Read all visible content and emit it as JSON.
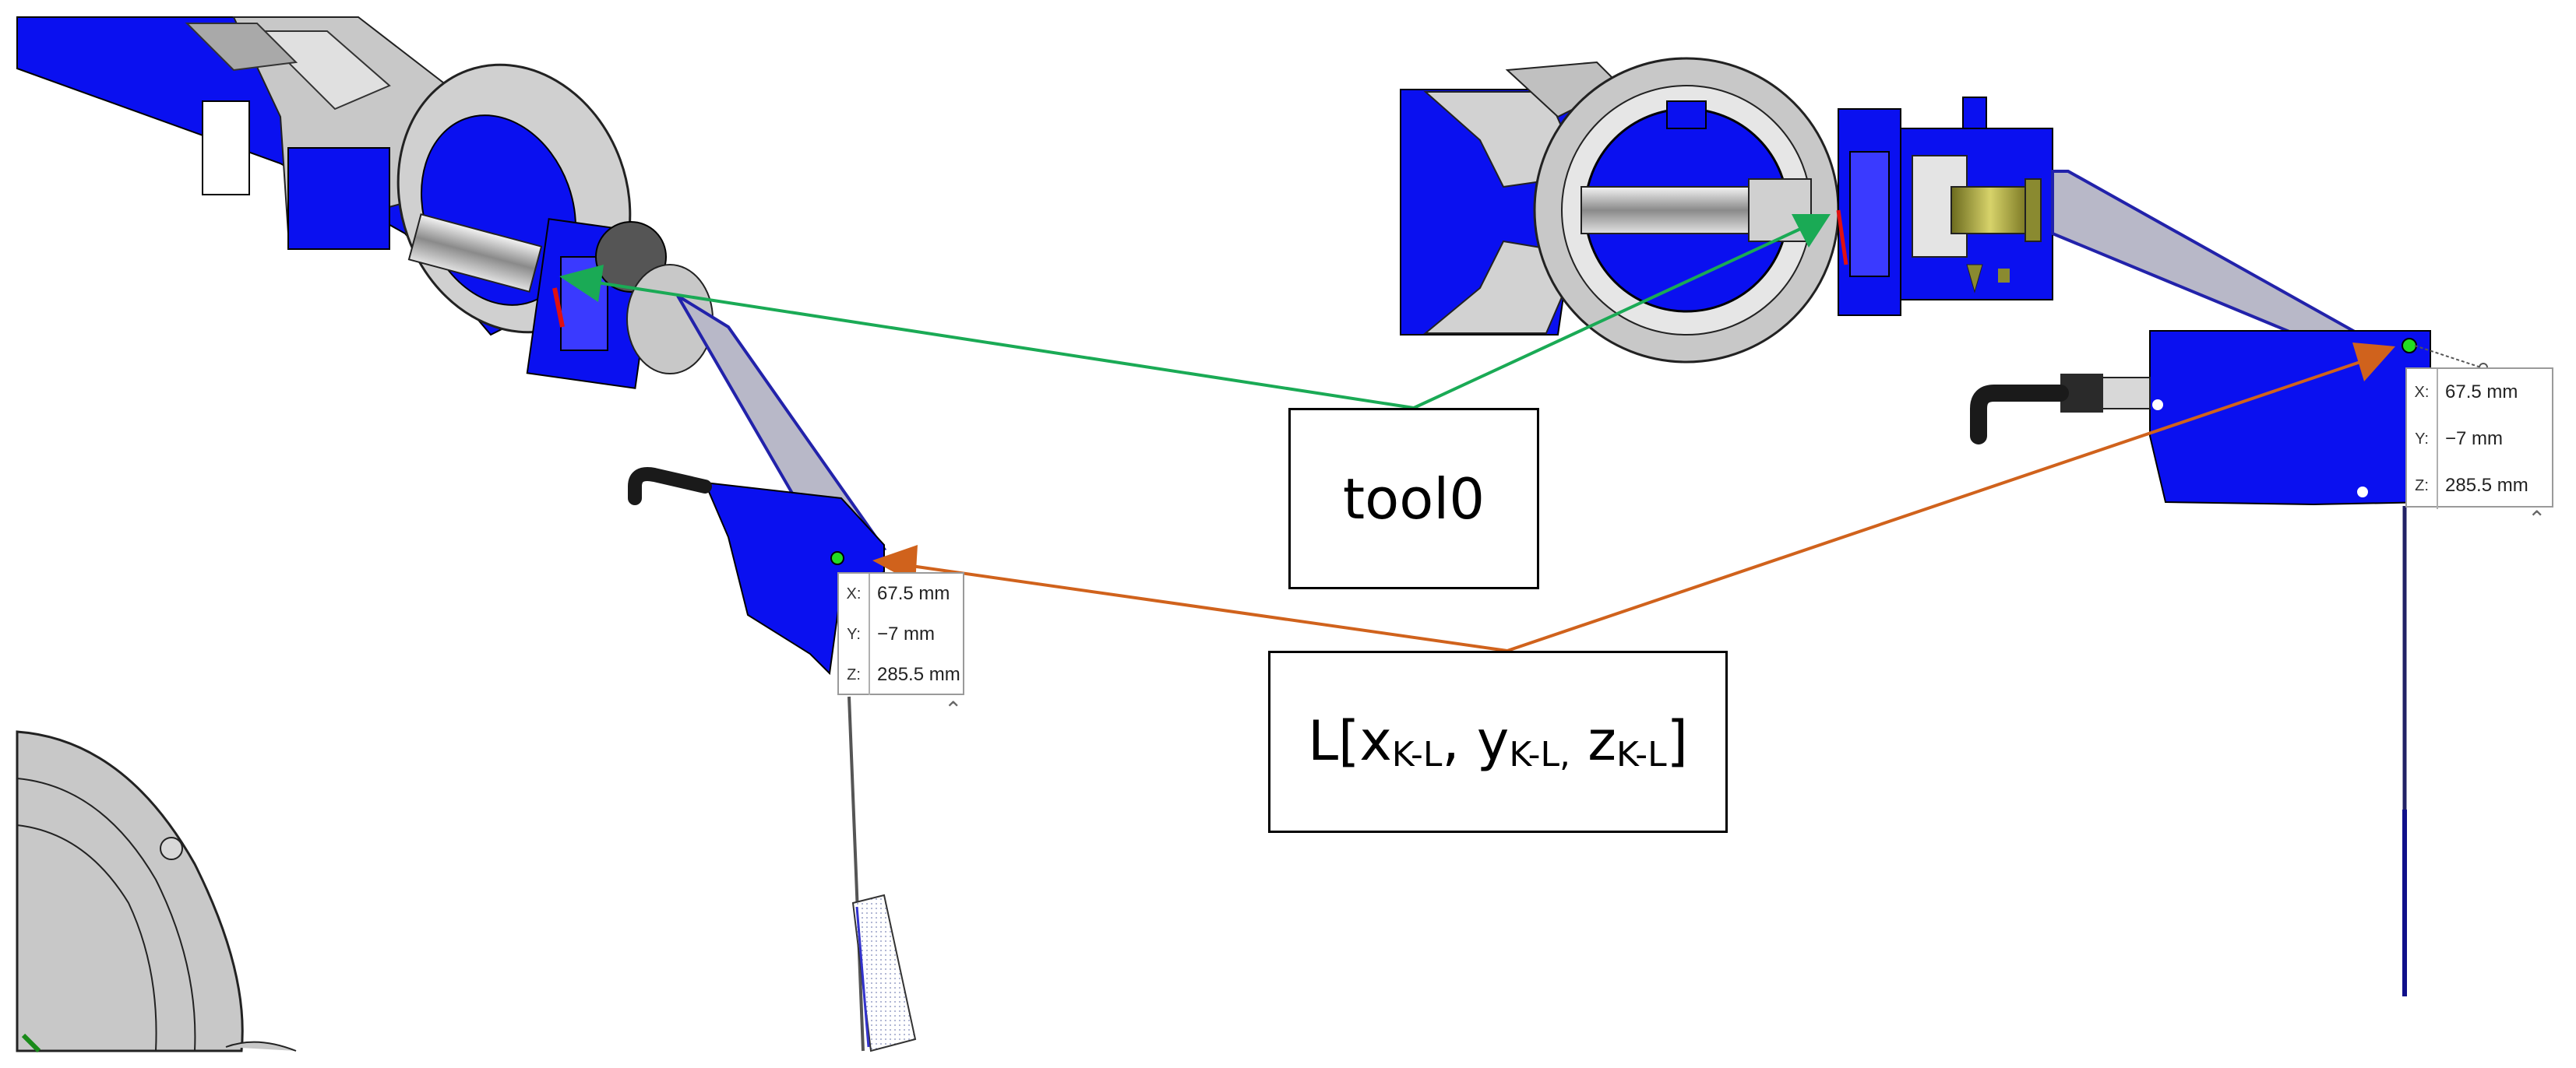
{
  "labels": {
    "tool0": "tool0",
    "L": {
      "prefix": "L[x",
      "x_sub": "K-L",
      "sep_y": ", y",
      "y_sub": "K-L,",
      "sep_z": " z",
      "z_sub": "K-L",
      "suffix": "]"
    }
  },
  "coord_tooltips": [
    {
      "rows": [
        {
          "axis": "X:",
          "value": "67.5 mm"
        },
        {
          "axis": "Y:",
          "value": "−7 mm"
        },
        {
          "axis": "Z:",
          "value": "285.5 mm"
        }
      ]
    },
    {
      "rows": [
        {
          "axis": "X:",
          "value": "67.5 mm"
        },
        {
          "axis": "Y:",
          "value": "−7 mm"
        },
        {
          "axis": "Z:",
          "value": "285.5 mm"
        }
      ]
    }
  ],
  "colors": {
    "robot_blue": "#0a10f0",
    "housing_gray": "#c8c8c8",
    "arrow_green": "#1aaa55",
    "arrow_orange": "#d0621c",
    "marker_green": "#22dd22"
  },
  "icons": {
    "tooltip_collapse": "caret-up-icon"
  }
}
